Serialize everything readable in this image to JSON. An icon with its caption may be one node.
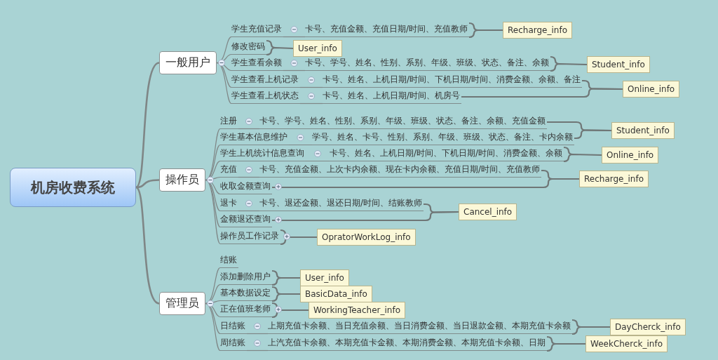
{
  "diagram": {
    "nodes": [
      {
        "text": [
          "机房收费系统"
        ]
      },
      {
        "text": [
          "一般用户"
        ]
      },
      {
        "text": [
          "学生充值记录"
        ]
      },
      {
        "text": [
          "卡号、充值金额、充值日期/时间、充值教师"
        ]
      },
      {
        "text": [
          "Recharge_info"
        ]
      },
      {
        "text": [
          "修改密码"
        ]
      },
      {
        "text": [
          "User_info"
        ]
      },
      {
        "text": [
          "学生查看余额"
        ]
      },
      {
        "text": [
          "卡号、学号、姓名、性别、系别、年级、班级、状态、备注、余额"
        ]
      },
      {
        "text": [
          "Student_info"
        ]
      },
      {
        "text": [
          "学生查看上机记录"
        ]
      },
      {
        "text": [
          "卡号、姓名、上机日期/时间、下机日期/时间、消费金额、余额、备注"
        ]
      },
      {
        "text": [
          "学生查看上机状态"
        ]
      },
      {
        "text": [
          "卡号、姓名、上机日期/时间、机房号"
        ]
      },
      {
        "text": [
          "Online_info"
        ]
      },
      {
        "text": [
          "操作员"
        ]
      },
      {
        "text": [
          "注册"
        ]
      },
      {
        "text": [
          "卡号、学号、姓名、性别、系别、年级、班级、状态、备注、余额、充值金额"
        ]
      },
      {
        "text": [
          "学生基本信息维护"
        ]
      },
      {
        "text": [
          "学号、姓名、卡号、性别、系别、年级、班级、状态、备注、卡内余额"
        ]
      },
      {
        "text": [
          "Student_info"
        ]
      },
      {
        "text": [
          "学生上机统计信息查询"
        ]
      },
      {
        "text": [
          "卡号、姓名、上机日期/时间、下机日期/时间、消费金额、余额"
        ]
      },
      {
        "text": [
          "Online_info"
        ]
      },
      {
        "text": [
          "充值"
        ]
      },
      {
        "text": [
          "卡号、充值金额、上次卡内余额、现在卡内余额、充值日期/时间、充值教师"
        ]
      },
      {
        "text": [
          "收取金额查询"
        ]
      },
      {
        "text": [
          "Recharge_info"
        ]
      },
      {
        "text": [
          "退卡"
        ]
      },
      {
        "text": [
          "卡号、退还金额、退还日期/时间、结账教师"
        ]
      },
      {
        "text": [
          "金额退还查询"
        ]
      },
      {
        "text": [
          "Cancel_info"
        ]
      },
      {
        "text": [
          "操作员工作记录"
        ]
      },
      {
        "text": [
          "OpratorWorkLog_info"
        ]
      },
      {
        "text": [
          "管理员"
        ]
      },
      {
        "text": [
          "结账"
        ]
      },
      {
        "text": [
          "添加删除用户"
        ]
      },
      {
        "text": [
          "User_info"
        ]
      },
      {
        "text": [
          "基本数据设定"
        ]
      },
      {
        "text": [
          "BasicData_info"
        ]
      },
      {
        "text": [
          "正在值班老师"
        ]
      },
      {
        "text": [
          "WorkingTeacher_info"
        ]
      },
      {
        "text": [
          "日结账"
        ]
      },
      {
        "text": [
          "上期充值卡余额、当日充值余额、当日消费金额、当日退款金额、本期充值卡余额"
        ]
      },
      {
        "text": [
          "DayCherck_info"
        ]
      },
      {
        "text": [
          "周结账"
        ]
      },
      {
        "text": [
          "上汽充值卡余额、本期充值卡金额、本期消费金额、本期充值卡余额、日期"
        ]
      },
      {
        "text": [
          "WeekCherck_info"
        ]
      }
    ],
    "edges": [
      {
        "from": 0,
        "to": 1,
        "arrow": "none"
      },
      {
        "from": 0,
        "to": 15,
        "arrow": "none"
      },
      {
        "from": 0,
        "to": 34,
        "arrow": "none"
      },
      {
        "from": 1,
        "to": 2,
        "arrow": "none"
      },
      {
        "from": 1,
        "to": 5,
        "arrow": "none"
      },
      {
        "from": 1,
        "to": 7,
        "arrow": "none"
      },
      {
        "from": 1,
        "to": 10,
        "arrow": "none"
      },
      {
        "from": 1,
        "to": 12,
        "arrow": "none"
      },
      {
        "from": 2,
        "to": 3,
        "arrow": "none"
      },
      {
        "from": 7,
        "to": 8,
        "arrow": "none"
      },
      {
        "from": 10,
        "to": 11,
        "arrow": "none"
      },
      {
        "from": 12,
        "to": 13,
        "arrow": "none"
      },
      {
        "from": 15,
        "to": 16,
        "arrow": "none"
      },
      {
        "from": 15,
        "to": 18,
        "arrow": "none"
      },
      {
        "from": 15,
        "to": 21,
        "arrow": "none"
      },
      {
        "from": 15,
        "to": 24,
        "arrow": "none"
      },
      {
        "from": 15,
        "to": 26,
        "arrow": "none"
      },
      {
        "from": 15,
        "to": 28,
        "arrow": "none"
      },
      {
        "from": 15,
        "to": 30,
        "arrow": "none"
      },
      {
        "from": 15,
        "to": 32,
        "arrow": "none"
      },
      {
        "from": 16,
        "to": 17,
        "arrow": "none"
      },
      {
        "from": 18,
        "to": 19,
        "arrow": "none"
      },
      {
        "from": 21,
        "to": 22,
        "arrow": "none"
      },
      {
        "from": 24,
        "to": 25,
        "arrow": "none"
      },
      {
        "from": 28,
        "to": 29,
        "arrow": "none"
      },
      {
        "from": 34,
        "to": 35,
        "arrow": "none"
      },
      {
        "from": 34,
        "to": 36,
        "arrow": "none"
      },
      {
        "from": 34,
        "to": 38,
        "arrow": "none"
      },
      {
        "from": 34,
        "to": 40,
        "arrow": "none"
      },
      {
        "from": 34,
        "to": 42,
        "arrow": "none"
      },
      {
        "from": 34,
        "to": 45,
        "arrow": "none"
      },
      {
        "from": 42,
        "to": 43,
        "arrow": "none"
      },
      {
        "from": 45,
        "to": 46,
        "arrow": "none"
      },
      {
        "from": 3,
        "to": 4,
        "arrow": "none"
      },
      {
        "from": 5,
        "to": 6,
        "arrow": "none"
      },
      {
        "from": 8,
        "to": 9,
        "arrow": "none"
      },
      {
        "from": 11,
        "to": 14,
        "arrow": "none"
      },
      {
        "from": 13,
        "to": 14,
        "arrow": "none"
      },
      {
        "from": 17,
        "to": 20,
        "arrow": "none"
      },
      {
        "from": 19,
        "to": 20,
        "arrow": "none"
      },
      {
        "from": 22,
        "to": 23,
        "arrow": "none"
      },
      {
        "from": 25,
        "to": 27,
        "arrow": "none"
      },
      {
        "from": 26,
        "to": 27,
        "arrow": "none"
      },
      {
        "from": 29,
        "to": 31,
        "arrow": "none"
      },
      {
        "from": 30,
        "to": 31,
        "arrow": "none"
      },
      {
        "from": 32,
        "to": 33,
        "arrow": "none"
      },
      {
        "from": 36,
        "to": 37,
        "arrow": "none"
      },
      {
        "from": 38,
        "to": 39,
        "arrow": "none"
      },
      {
        "from": 40,
        "to": 41,
        "arrow": "none"
      },
      {
        "from": 43,
        "to": 44,
        "arrow": "none"
      },
      {
        "from": 46,
        "to": 47,
        "arrow": "none"
      }
    ]
  }
}
